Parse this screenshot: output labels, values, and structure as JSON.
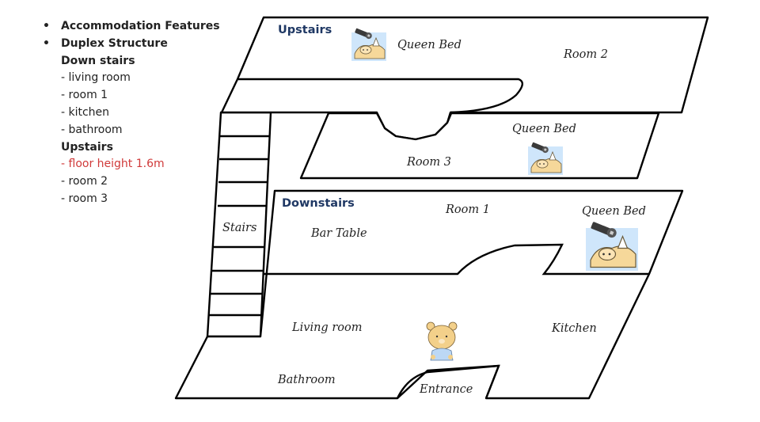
{
  "legend": {
    "bullet1": "Accommodation Features",
    "bullet2": "Duplex Structure",
    "downstairs_heading": "Down stairs",
    "downstairs_items": [
      "- living room",
      "- room 1",
      "- kitchen",
      "- bathroom"
    ],
    "upstairs_heading": "Upstairs",
    "floor_height": "- floor height 1.6m",
    "upstairs_items": [
      "- room 2",
      "- room 3"
    ],
    "highlight_color": "#d03a3a"
  },
  "plan": {
    "upstairs_title": "Upstairs",
    "downstairs_title": "Downstairs",
    "labels": {
      "queen_bed_upper": "Queen Bed",
      "room2": "Room 2",
      "queen_bed_room3": "Queen Bed",
      "room3": "Room 3",
      "room1": "Room 1",
      "queen_bed_room1": "Queen Bed",
      "stairs": "Stairs",
      "bar_table": "Bar Table",
      "living_room": "Living room",
      "kitchen": "Kitchen",
      "bathroom": "Bathroom",
      "entrance": "Entrance"
    },
    "title_color": "#1f3864",
    "icons": [
      "bed-icon",
      "bed-icon",
      "bed-icon",
      "bear-mascot-icon"
    ]
  }
}
